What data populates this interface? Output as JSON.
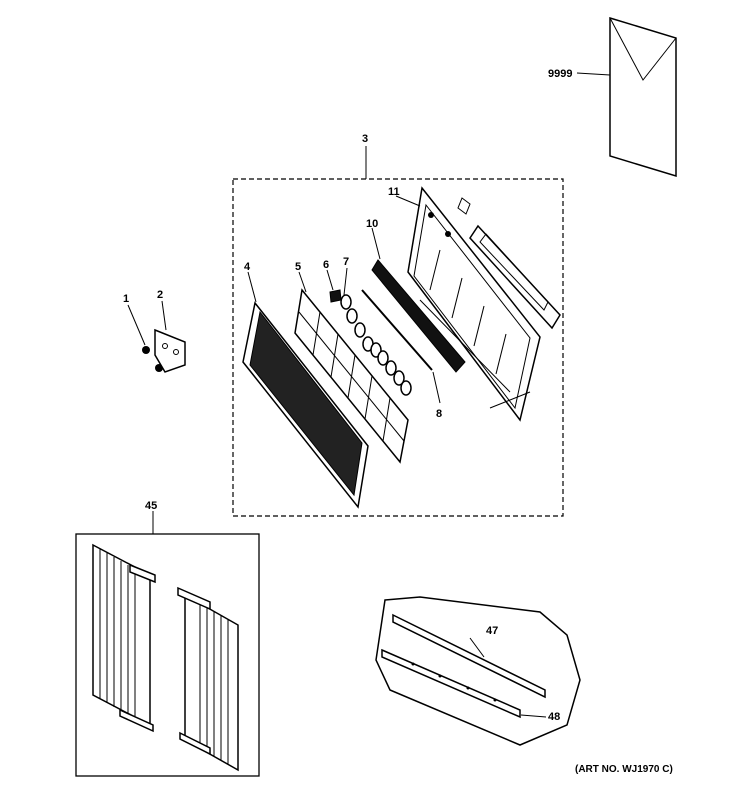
{
  "callouts": {
    "envelope": "9999",
    "kit": "3",
    "screw": "1",
    "plate": "2",
    "front_panel": "4",
    "filter": "5",
    "clip": "6",
    "louver_set": "7",
    "rod": "8",
    "vent_bar": "10",
    "grille_frame": "11",
    "curtain_set": "45",
    "rail_top": "47",
    "rail_bottom": "48"
  },
  "art_number": "(ART NO. WJ1970 C)"
}
